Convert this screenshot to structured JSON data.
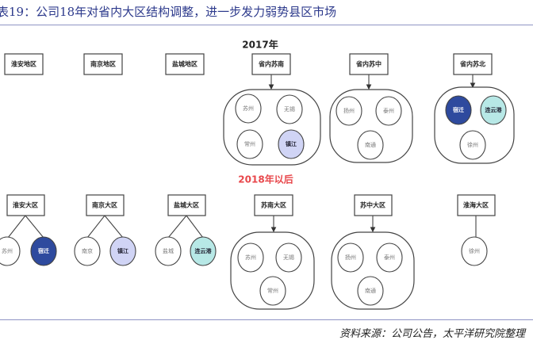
{
  "title": "表19：公司18年对省内大区结构调整，进一步发力弱势县区市场",
  "source": "资料来源：公司公告，太平洋研究院整理",
  "colors": {
    "dark_blue": "#2e4a9e",
    "lavender": "#d0d4f5",
    "cyan": "#b7e8e6",
    "red": "#e8474b"
  },
  "y2017": {
    "label": "2017年",
    "boxes": [
      "淮安地区",
      "南京地区",
      "盐城地区",
      "省内苏南",
      "省内苏中",
      "省内苏北"
    ],
    "sunan": [
      "苏州",
      "无锡",
      "常州",
      "镇江"
    ],
    "suzhong": [
      "扬州",
      "泰州",
      "南通"
    ],
    "subei": [
      "宿迁",
      "连云港",
      "徐州"
    ]
  },
  "y2018": {
    "label": "2018年以后",
    "boxes": [
      "淮安大区",
      "南京大区",
      "盐城大区",
      "苏南大区",
      "苏中大区",
      "淮海大区"
    ],
    "huaian": [
      "苏州",
      "宿迁"
    ],
    "nanjing": [
      "南京",
      "镇江"
    ],
    "yancheng": [
      "盐城",
      "连云港"
    ],
    "sunan": [
      "苏州",
      "无锡",
      "常州"
    ],
    "suzhong": [
      "扬州",
      "泰州",
      "南通"
    ],
    "huaihai": [
      "徐州"
    ]
  }
}
